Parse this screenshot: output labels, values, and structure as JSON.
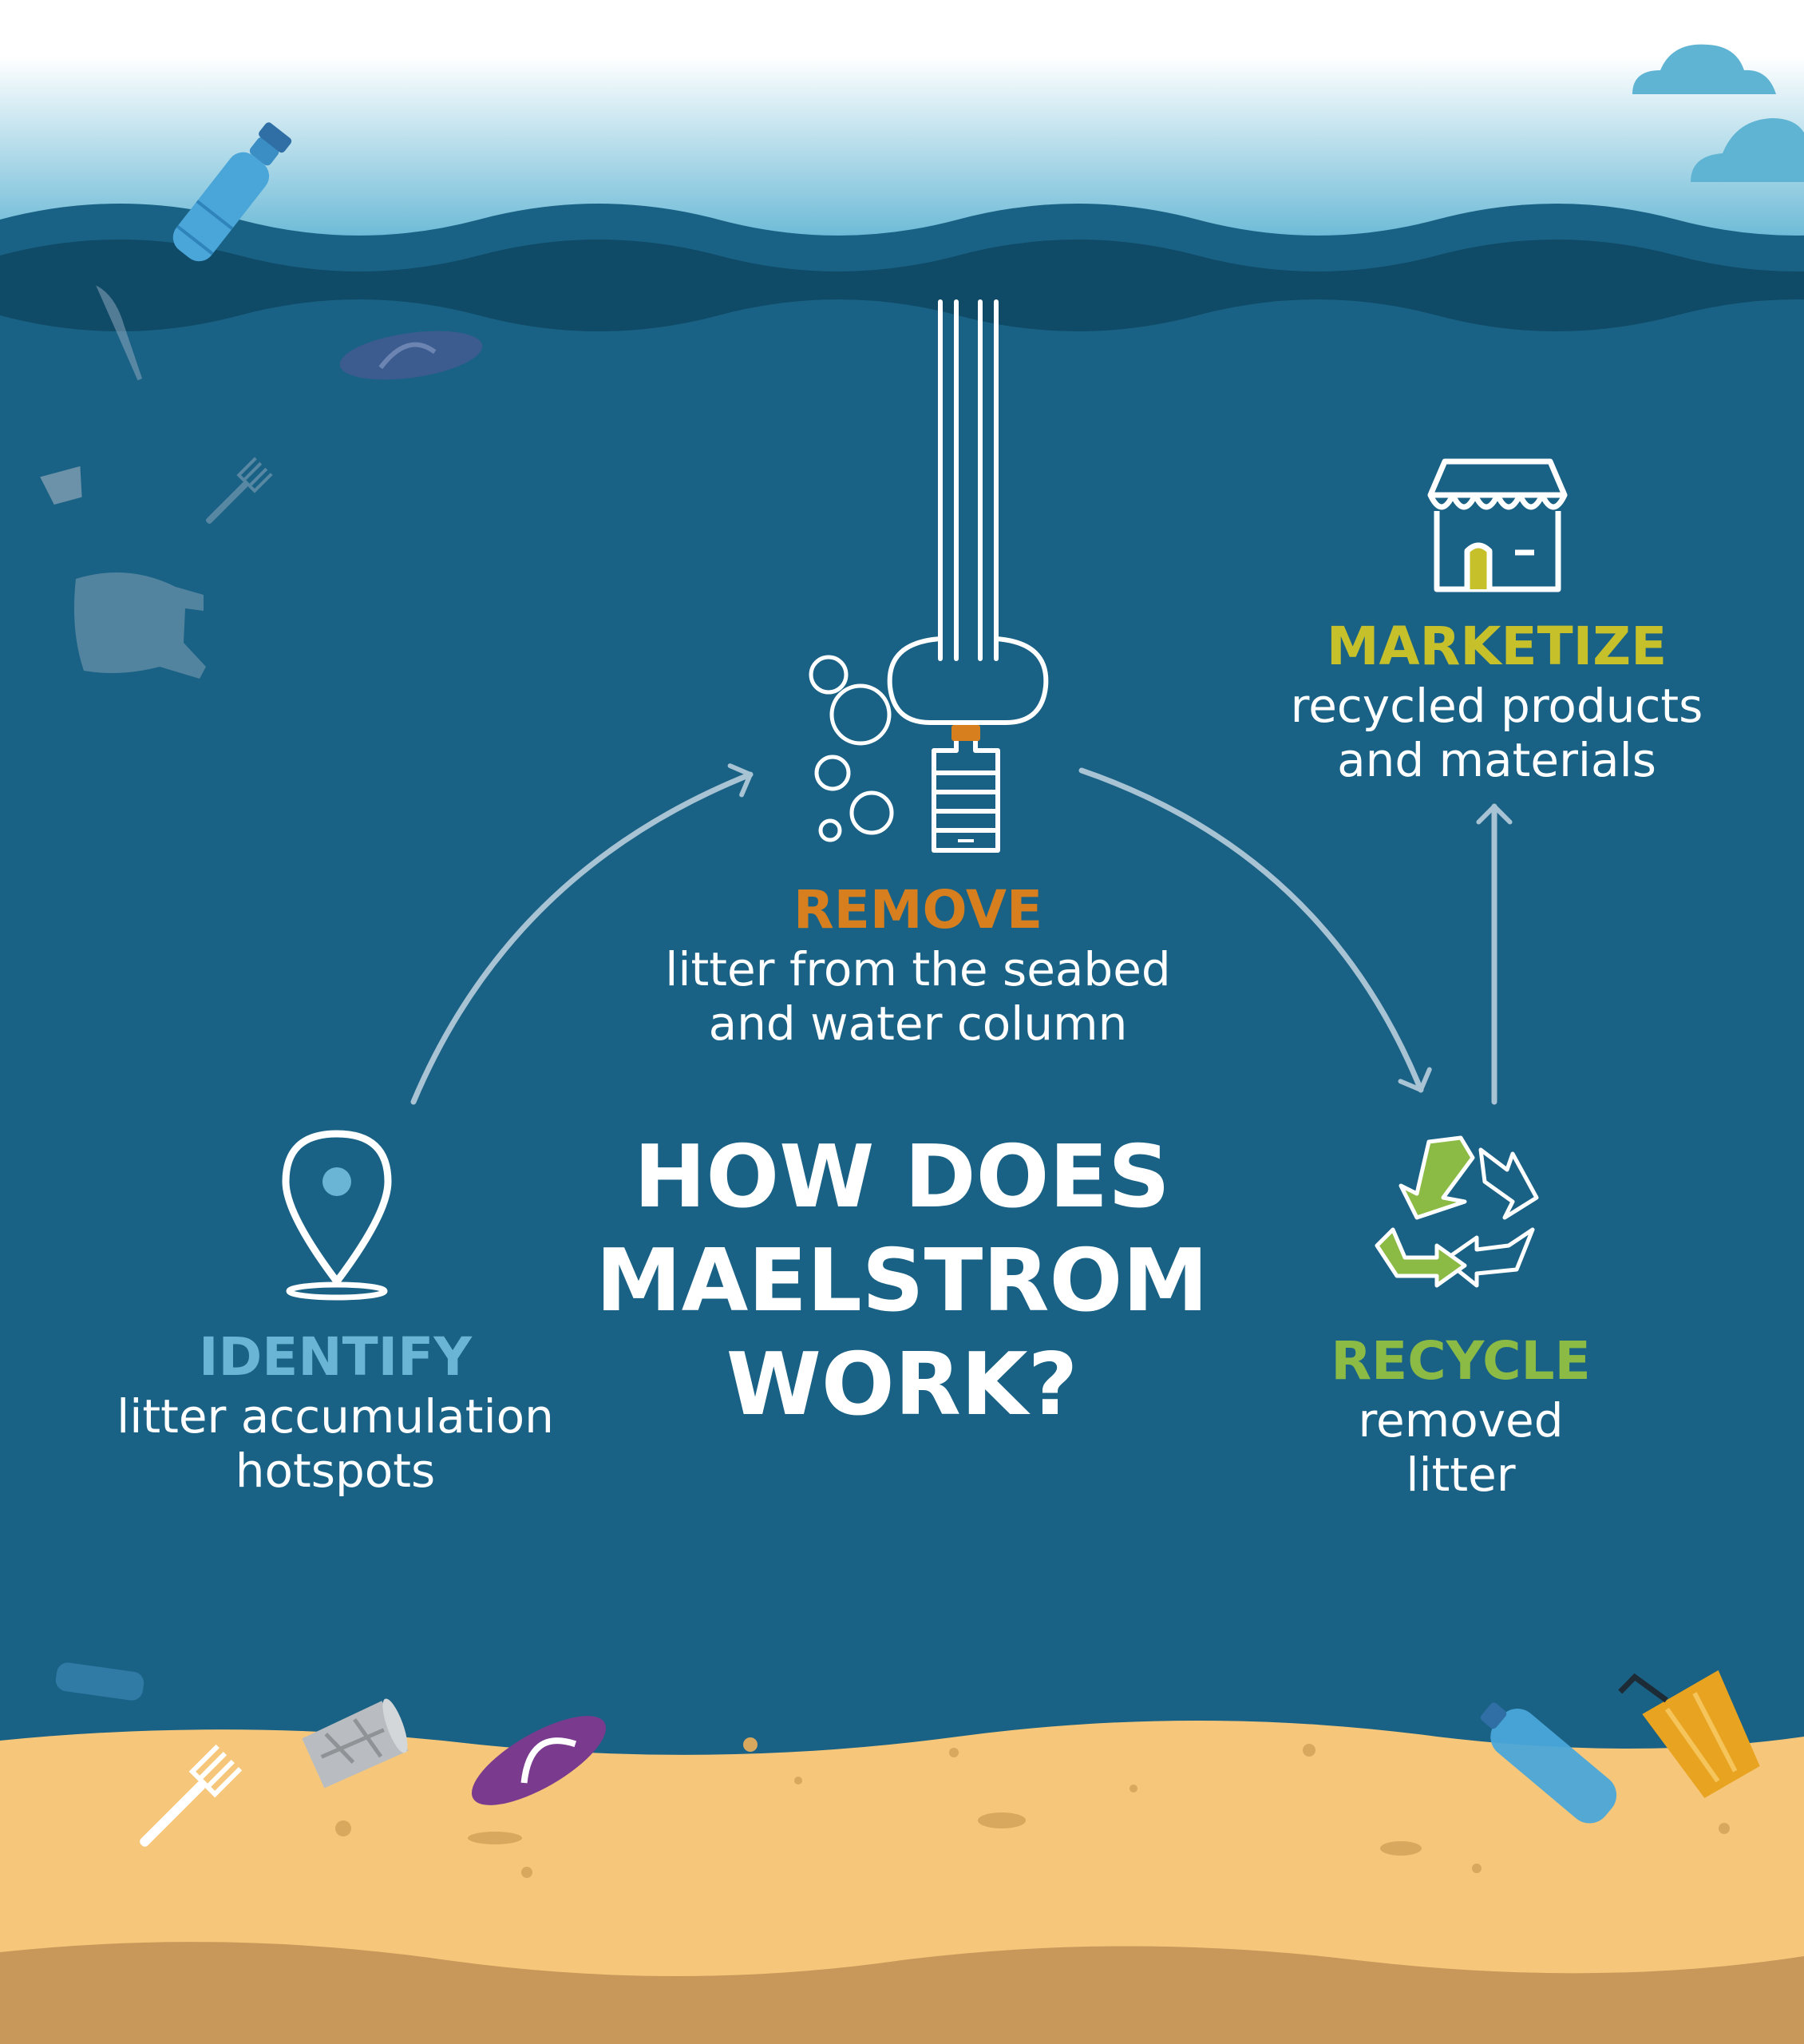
{
  "title": {
    "line1": "HOW DOES",
    "line2": "MAELSTROM",
    "line3": "WORK?"
  },
  "steps": {
    "identify": {
      "heading": "IDENTIFY",
      "line1": "litter accumulation",
      "line2": "hotspots",
      "color": "#6ab4d6"
    },
    "remove": {
      "heading": "REMOVE",
      "line1": "litter from the seabed",
      "line2": "and water column",
      "color": "#d77f1e"
    },
    "recycle": {
      "heading": "RECYCLE",
      "line1": "removed",
      "line2": "litter",
      "color": "#8cbb45"
    },
    "marketize": {
      "heading": "MARKETIZE",
      "line1": "recycled products",
      "line2": "and materials",
      "color": "#c6c02a"
    }
  },
  "colors": {
    "sea": "#1a6285",
    "wave_dark": "#0f4a66",
    "sky": "#5fb4d3",
    "sand": "#f6c77a",
    "sand_dark": "#c7985a",
    "arrow": "#a7c3d4"
  }
}
